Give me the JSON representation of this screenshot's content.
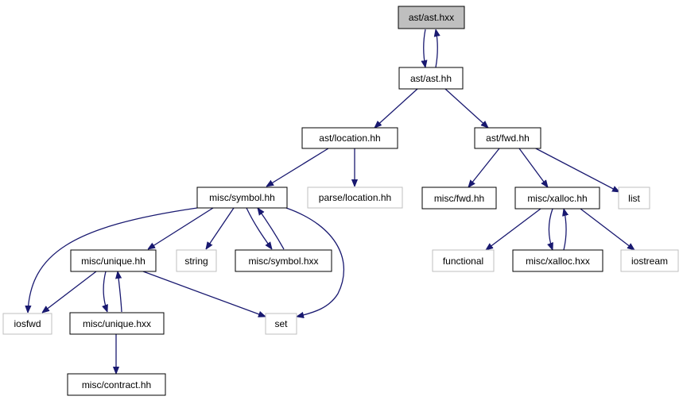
{
  "colors": {
    "edge": "#191970",
    "box_border_solid": "#000000",
    "box_border_external": "#bfbfbf",
    "root_fill": "#bfbfbf",
    "node_fill": "#ffffff"
  },
  "nodes": [
    {
      "id": "n-ast-ast-hxx",
      "label": "ast/ast.hxx",
      "style": "root"
    },
    {
      "id": "n-ast-ast-hh",
      "label": "ast/ast.hh",
      "style": "solid"
    },
    {
      "id": "n-ast-location-hh",
      "label": "ast/location.hh",
      "style": "solid"
    },
    {
      "id": "n-ast-fwd-hh",
      "label": "ast/fwd.hh",
      "style": "solid"
    },
    {
      "id": "n-misc-symbol-hh",
      "label": "misc/symbol.hh",
      "style": "solid"
    },
    {
      "id": "n-parse-location-hh",
      "label": "parse/location.hh",
      "style": "external"
    },
    {
      "id": "n-misc-fwd-hh",
      "label": "misc/fwd.hh",
      "style": "solid"
    },
    {
      "id": "n-misc-xalloc-hh",
      "label": "misc/xalloc.hh",
      "style": "solid"
    },
    {
      "id": "n-list",
      "label": "list",
      "style": "external"
    },
    {
      "id": "n-misc-unique-hh",
      "label": "misc/unique.hh",
      "style": "solid"
    },
    {
      "id": "n-string",
      "label": "string",
      "style": "external"
    },
    {
      "id": "n-misc-symbol-hxx",
      "label": "misc/symbol.hxx",
      "style": "solid"
    },
    {
      "id": "n-functional",
      "label": "functional",
      "style": "external"
    },
    {
      "id": "n-misc-xalloc-hxx",
      "label": "misc/xalloc.hxx",
      "style": "solid"
    },
    {
      "id": "n-iostream",
      "label": "iostream",
      "style": "external"
    },
    {
      "id": "n-iosfwd",
      "label": "iosfwd",
      "style": "external"
    },
    {
      "id": "n-misc-unique-hxx",
      "label": "misc/unique.hxx",
      "style": "solid"
    },
    {
      "id": "n-set",
      "label": "set",
      "style": "external"
    },
    {
      "id": "n-misc-contract-hh",
      "label": "misc/contract.hh",
      "style": "solid"
    }
  ],
  "edges": [
    {
      "from": "ast/ast.hxx",
      "to": "ast/ast.hh"
    },
    {
      "from": "ast/ast.hh",
      "to": "ast/ast.hxx"
    },
    {
      "from": "ast/ast.hh",
      "to": "ast/location.hh"
    },
    {
      "from": "ast/ast.hh",
      "to": "ast/fwd.hh"
    },
    {
      "from": "ast/location.hh",
      "to": "misc/symbol.hh"
    },
    {
      "from": "ast/location.hh",
      "to": "parse/location.hh"
    },
    {
      "from": "ast/fwd.hh",
      "to": "misc/fwd.hh"
    },
    {
      "from": "ast/fwd.hh",
      "to": "misc/xalloc.hh"
    },
    {
      "from": "ast/fwd.hh",
      "to": "list"
    },
    {
      "from": "misc/symbol.hh",
      "to": "iosfwd"
    },
    {
      "from": "misc/symbol.hh",
      "to": "misc/unique.hh"
    },
    {
      "from": "misc/symbol.hh",
      "to": "string"
    },
    {
      "from": "misc/symbol.hh",
      "to": "misc/symbol.hxx"
    },
    {
      "from": "misc/symbol.hh",
      "to": "set"
    },
    {
      "from": "misc/symbol.hxx",
      "to": "misc/symbol.hh"
    },
    {
      "from": "misc/xalloc.hh",
      "to": "functional"
    },
    {
      "from": "misc/xalloc.hh",
      "to": "misc/xalloc.hxx"
    },
    {
      "from": "misc/xalloc.hh",
      "to": "iostream"
    },
    {
      "from": "misc/xalloc.hxx",
      "to": "misc/xalloc.hh"
    },
    {
      "from": "misc/unique.hh",
      "to": "iosfwd"
    },
    {
      "from": "misc/unique.hh",
      "to": "misc/unique.hxx"
    },
    {
      "from": "misc/unique.hh",
      "to": "set"
    },
    {
      "from": "misc/unique.hxx",
      "to": "misc/unique.hh"
    },
    {
      "from": "misc/unique.hxx",
      "to": "misc/contract.hh"
    }
  ]
}
